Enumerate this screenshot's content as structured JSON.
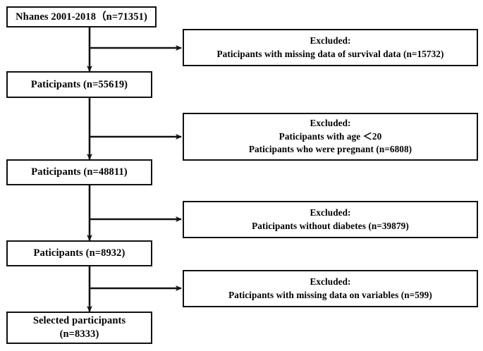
{
  "diagram": {
    "title": "NHANES participant selection flowchart",
    "colors": {
      "line": "#111111",
      "box_border": "#111111",
      "background": "#ffffff",
      "text": "#000000"
    },
    "flow_nodes": [
      {
        "id": "source",
        "lines": [
          "Nhanes 2001-2018（n=71351)"
        ]
      },
      {
        "id": "step1",
        "lines": [
          "Paticipants (n=55619)"
        ]
      },
      {
        "id": "step2",
        "lines": [
          "Paticipants (n=48811)"
        ]
      },
      {
        "id": "step3",
        "lines": [
          "Paticipants (n=8932)"
        ]
      },
      {
        "id": "final",
        "lines": [
          "Selected participants",
          "(n=8333)"
        ]
      }
    ],
    "exclusion_nodes": [
      {
        "id": "excl1",
        "heading": "Excluded:",
        "lines": [
          "Paticipants with missing data of survival data (n=15732)"
        ]
      },
      {
        "id": "excl2",
        "heading": "Excluded:",
        "lines": [
          "Paticipants with age ＜20",
          "Paticipants who were pregnant (n=6808)"
        ]
      },
      {
        "id": "excl3",
        "heading": "Excluded:",
        "lines": [
          "Paticipants without diabetes (n=39879)"
        ]
      },
      {
        "id": "excl4",
        "heading": "Excluded:",
        "lines": [
          "Paticipants with missing data on variables (n=599)"
        ]
      }
    ]
  }
}
